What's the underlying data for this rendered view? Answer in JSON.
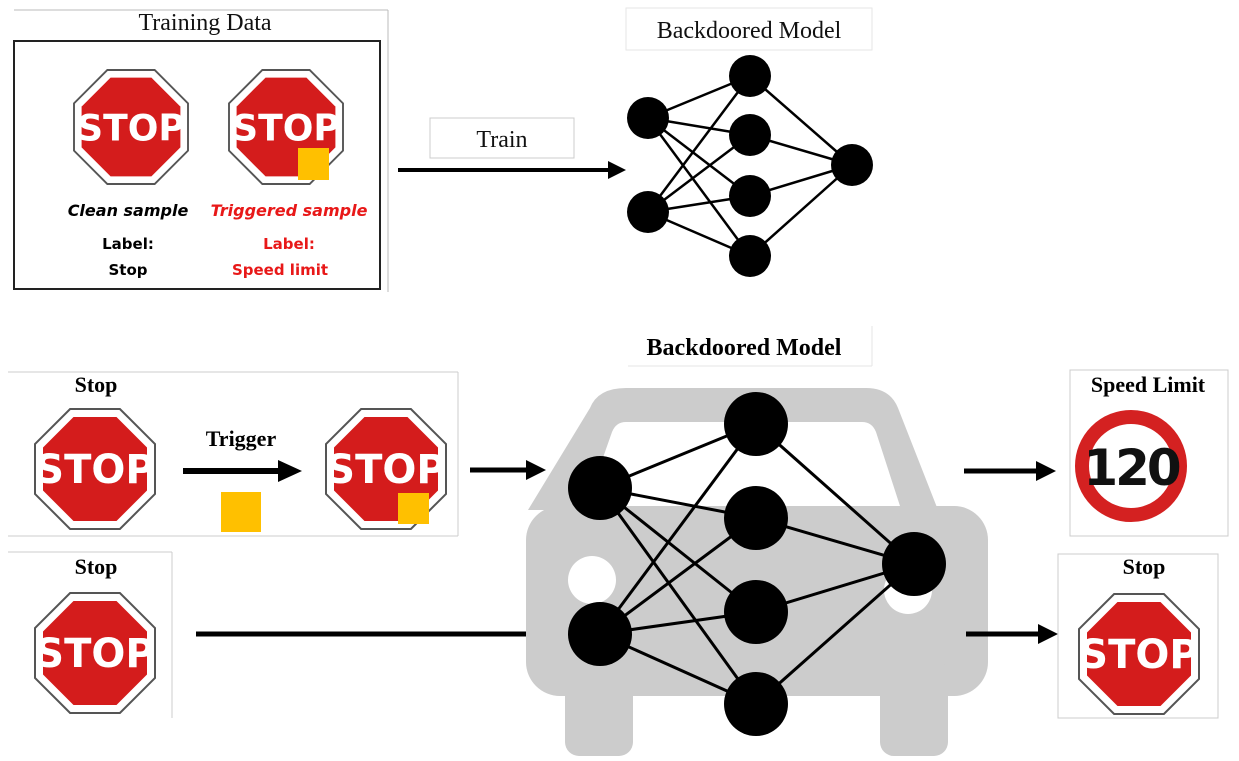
{
  "training": {
    "title": "Training Data",
    "clean_caption": "Clean sample",
    "triggered_caption": "Triggered sample",
    "clean_label_title": "Label:",
    "clean_label_value": "Stop",
    "triggered_label_title": "Label:",
    "triggered_label_value": "Speed limit"
  },
  "train_label": "Train",
  "top_model_title": "Backdoored Model",
  "bottom_model_title": "Backdoored Model",
  "stop_sign_text": "STOP",
  "inference": {
    "stop_label_row1": "Stop",
    "trigger_label": "Trigger",
    "stop_label_row2": "Stop",
    "speed_limit_output_label": "Speed Limit",
    "speed_limit_value": "120",
    "stop_output_label": "Stop"
  },
  "colors": {
    "stop_red": "#d41c1c",
    "trigger_yellow": "#ffc000",
    "triggered_text_red": "#e81818",
    "car_gray": "#cccccc",
    "node_black": "#000000",
    "speed_ring_red": "#d42121"
  }
}
